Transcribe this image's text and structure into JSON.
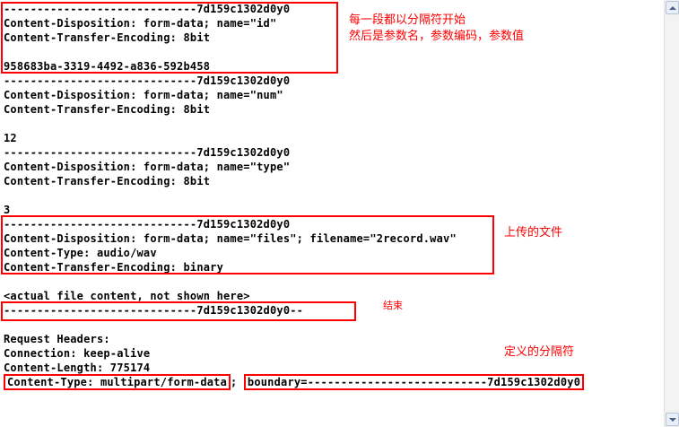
{
  "lines": [
    "-----------------------------7d159c1302d0y0",
    "Content-Disposition: form-data; name=\"id\"",
    "Content-Transfer-Encoding: 8bit",
    "",
    "958683ba-3319-4492-a836-592b458",
    "-----------------------------7d159c1302d0y0",
    "Content-Disposition: form-data; name=\"num\"",
    "Content-Transfer-Encoding: 8bit",
    "",
    "12",
    "-----------------------------7d159c1302d0y0",
    "Content-Disposition: form-data; name=\"type\"",
    "Content-Transfer-Encoding: 8bit",
    "",
    "3",
    "-----------------------------7d159c1302d0y0",
    "Content-Disposition: form-data; name=\"files\"; filename=\"2record.wav\"",
    "Content-Type: audio/wav",
    "Content-Transfer-Encoding: binary",
    "",
    "<actual file content, not shown here>",
    "-----------------------------7d159c1302d0y0--",
    "",
    "Request Headers:",
    "Connection: keep-alive",
    "Content-Length: 775174"
  ],
  "last_line": {
    "content_type": "Content-Type: multipart/form-data",
    "separator": ";",
    "boundary": "boundary=---------------------------7d159c1302d0y0"
  },
  "annotations": {
    "segment_start_line1": "每一段都以分隔符开始",
    "segment_start_line2": "然后是参数名，参数编码，参数值",
    "uploaded_file": "上传的文件",
    "end": "结束",
    "defined_separator": "定义的分隔符"
  },
  "colors": {
    "annotation": "#ff0000",
    "text": "#000000",
    "background": "#ffffff"
  }
}
